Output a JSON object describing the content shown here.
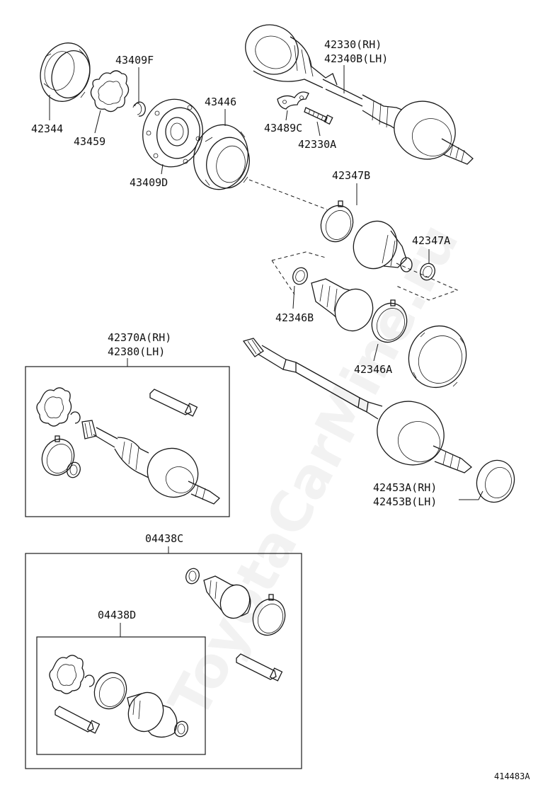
{
  "watermark": "ToyotaCarMine.ru",
  "figure_code": "414483A",
  "labels": {
    "p42330_rh": "42330(RH)",
    "p42340b_lh": "42340B(LH)",
    "p43409f": "43409F",
    "p42344": "42344",
    "p43459": "43459",
    "p43446": "43446",
    "p43489c": "43489C",
    "p42330a": "42330A",
    "p43409d": "43409D",
    "p42347b": "42347B",
    "p42347a": "42347A",
    "p42346b": "42346B",
    "p42346a": "42346A",
    "p42370a_rh": "42370A(RH)",
    "p42380_lh": "42380(LH)",
    "p42453a_rh": "42453A(RH)",
    "p42453b_lh": "42453B(LH)",
    "p04438c": "04438C",
    "p04438d": "04438D"
  }
}
